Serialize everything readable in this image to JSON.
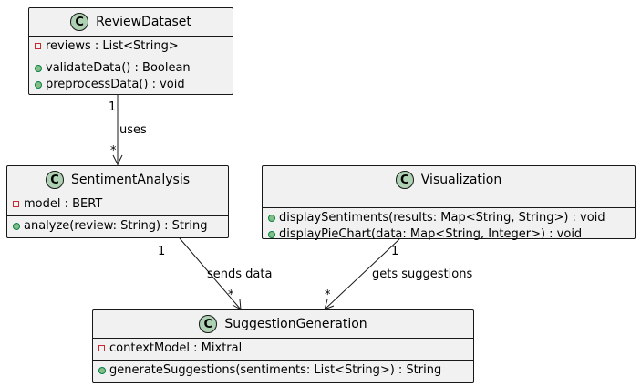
{
  "colors": {
    "class_fill": "#F1F1F1",
    "class_border": "#181818",
    "class_icon_fill": "#ADD1B2",
    "private_marker": "#C82930",
    "public_marker_border": "#038048",
    "public_marker_fill": "#84BE84",
    "edge": "#181818"
  },
  "classes": {
    "review_dataset": {
      "icon_letter": "C",
      "name": "ReviewDataset",
      "attributes": [
        {
          "visibility": "private",
          "text": "reviews : List<String>"
        }
      ],
      "methods": [
        {
          "visibility": "public",
          "text": "validateData() : Boolean"
        },
        {
          "visibility": "public",
          "text": "preprocessData() : void"
        }
      ]
    },
    "sentiment_analysis": {
      "icon_letter": "C",
      "name": "SentimentAnalysis",
      "attributes": [
        {
          "visibility": "private",
          "text": "model : BERT"
        }
      ],
      "methods": [
        {
          "visibility": "public",
          "text": "analyze(review: String) : String"
        }
      ]
    },
    "visualization": {
      "icon_letter": "C",
      "name": "Visualization",
      "attributes": [],
      "methods": [
        {
          "visibility": "public",
          "text": "displaySentiments(results: Map<String, String>) : void"
        },
        {
          "visibility": "public",
          "text": "displayPieChart(data: Map<String, Integer>) : void"
        }
      ]
    },
    "suggestion_generation": {
      "icon_letter": "C",
      "name": "SuggestionGeneration",
      "attributes": [
        {
          "visibility": "private",
          "text": "contextModel : Mixtral"
        }
      ],
      "methods": [
        {
          "visibility": "public",
          "text": "generateSuggestions(sentiments: List<String>) : String"
        }
      ]
    }
  },
  "relations": {
    "dataset_to_sentiment": {
      "label": "uses",
      "source_multiplicity": "1",
      "target_multiplicity": "*"
    },
    "sentiment_to_suggestion": {
      "label": "sends data",
      "source_multiplicity": "1",
      "target_multiplicity": "*"
    },
    "visualization_to_suggestion": {
      "label": "gets suggestions",
      "source_multiplicity": "1",
      "target_multiplicity": "*"
    }
  }
}
